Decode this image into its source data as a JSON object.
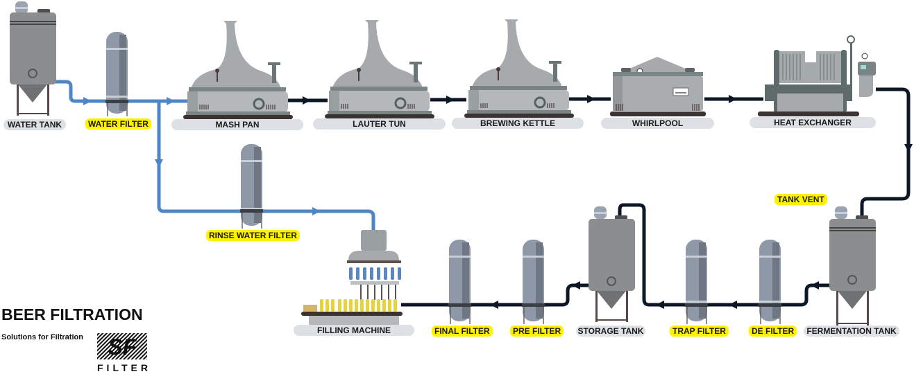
{
  "title": "BEER FILTRATION",
  "subtitle": "Solutions for Filtration",
  "logo": {
    "mark": "SF",
    "text": "FILTER"
  },
  "colors": {
    "water_line": "#4f86c6",
    "beer_line": "#0e1726",
    "tag_yellow": "#fff200",
    "tag_grey": "#dde1e5",
    "equipment": "#a3a7aa",
    "base": "#3b3232"
  },
  "equipment": {
    "water_tank": "WATER TANK",
    "water_filter": "WATER FILTER",
    "mash_pan": "MASH PAN",
    "lauter_tun": "LAUTER TUN",
    "brewing_kettle": "BREWING KETTLE",
    "whirlpool": "WHIRLPOOL",
    "heat_exchanger": "HEAT EXCHANGER",
    "rinse_water_filter": "RINSE WATER FILTER",
    "tank_vent": "TANK VENT",
    "filling_machine": "FILLING MACHINE",
    "final_filter": "FINAL FILTER",
    "pre_filter": "PRE FILTER",
    "storage_tank": "STORAGE TANK",
    "trap_filter": "TRAP FILTER",
    "de_filter": "DE FILTER",
    "fermentation_tank": "FERMENTATION TANK"
  },
  "flow": [
    "water_tank",
    "water_filter",
    "mash_pan",
    "lauter_tun",
    "brewing_kettle",
    "whirlpool",
    "heat_exchanger",
    "fermentation_tank",
    "de_filter",
    "trap_filter",
    "storage_tank",
    "pre_filter",
    "final_filter",
    "filling_machine"
  ],
  "rinse_flow": [
    "water_filter",
    "rinse_water_filter",
    "filling_machine"
  ]
}
